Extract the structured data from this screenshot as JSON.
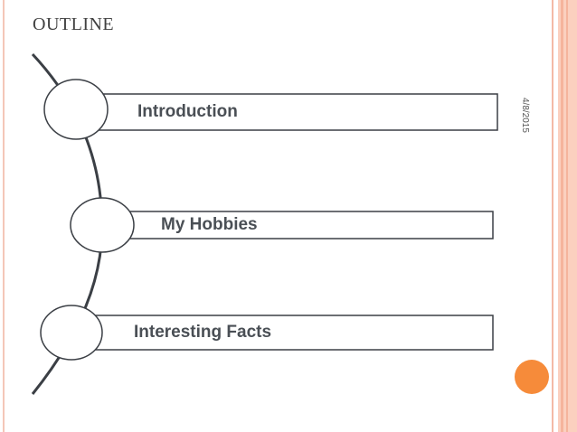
{
  "slide": {
    "title": "OUTLINE",
    "date": "4/8/2015",
    "items": [
      {
        "label": "Introduction"
      },
      {
        "label": "My Hobbies"
      },
      {
        "label": "Interesting Facts"
      }
    ],
    "colors": {
      "accent": "#f68b3a",
      "border": "#f5b49c",
      "line": "#3b3f45"
    }
  }
}
